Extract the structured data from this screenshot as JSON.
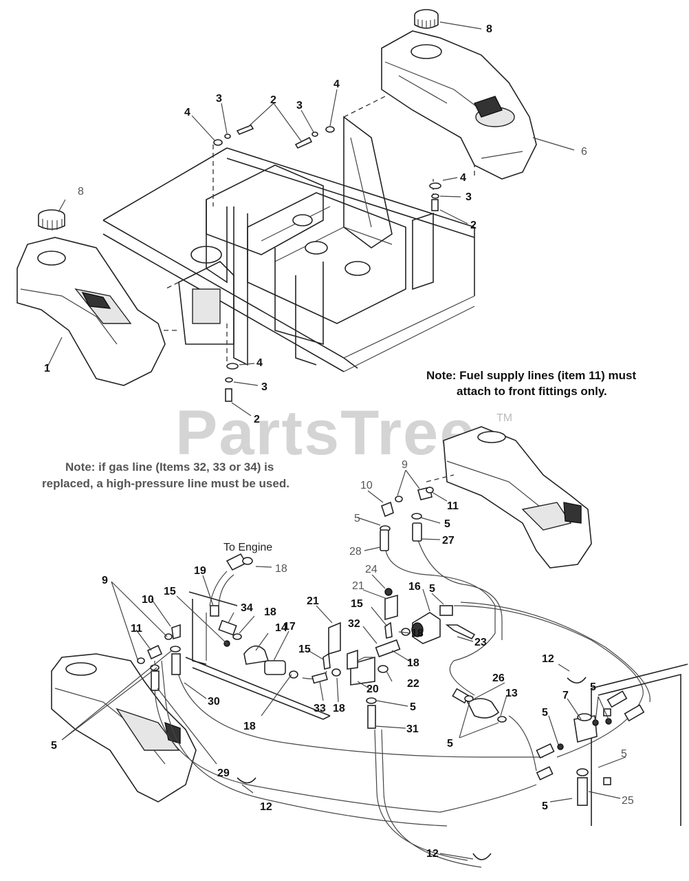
{
  "watermark": {
    "text": "PartsTree",
    "trademark": "TM"
  },
  "notes": {
    "fuel_supply_line1": "Note: Fuel supply lines (item 11) must",
    "fuel_supply_line2": "attach to front fittings only.",
    "gas_line_line1": "Note: if gas line (Items 32, 33 or 34) is",
    "gas_line_line2": "replaced, a high-pressure line must be used."
  },
  "to_engine": "To Engine",
  "callouts": {
    "c8a": "8",
    "c6": "6",
    "c4a": "4",
    "c3a": "3",
    "c2a": "2",
    "c3b": "3",
    "c4b": "4",
    "c4c": "4",
    "c3c": "3",
    "c2c": "2",
    "c8b": "8",
    "c1": "1",
    "c4d": "4",
    "c3d": "3",
    "c2d": "2",
    "c9a": "9",
    "c10a": "10",
    "c11a": "11",
    "c5a": "5",
    "c5b": "5",
    "c27": "27",
    "c28": "28",
    "c19": "19",
    "c18a": "18",
    "c34": "34",
    "c18b": "18",
    "c14": "14",
    "c15a": "15",
    "c17": "17",
    "c21a": "21",
    "c24": "24",
    "c21b": "21",
    "c16": "16",
    "c5c": "5",
    "c15b": "15",
    "c32": "32",
    "c18c": "18",
    "c23": "23",
    "c15c": "15",
    "c18d": "18",
    "c22": "22",
    "c20": "20",
    "c33": "33",
    "c18e": "18",
    "c18f": "18",
    "c5d": "5",
    "c31": "31",
    "c30": "30",
    "c29": "29",
    "c9b": "9",
    "c10b": "10",
    "c11b": "11",
    "c5e": "5",
    "c12a": "12",
    "c26": "26",
    "c13": "13",
    "c5f": "5",
    "c12b": "12",
    "c7": "7",
    "c5g": "5",
    "c5h": "5",
    "c5i": "5",
    "c5j": "5",
    "c25": "25",
    "c12c": "12"
  }
}
